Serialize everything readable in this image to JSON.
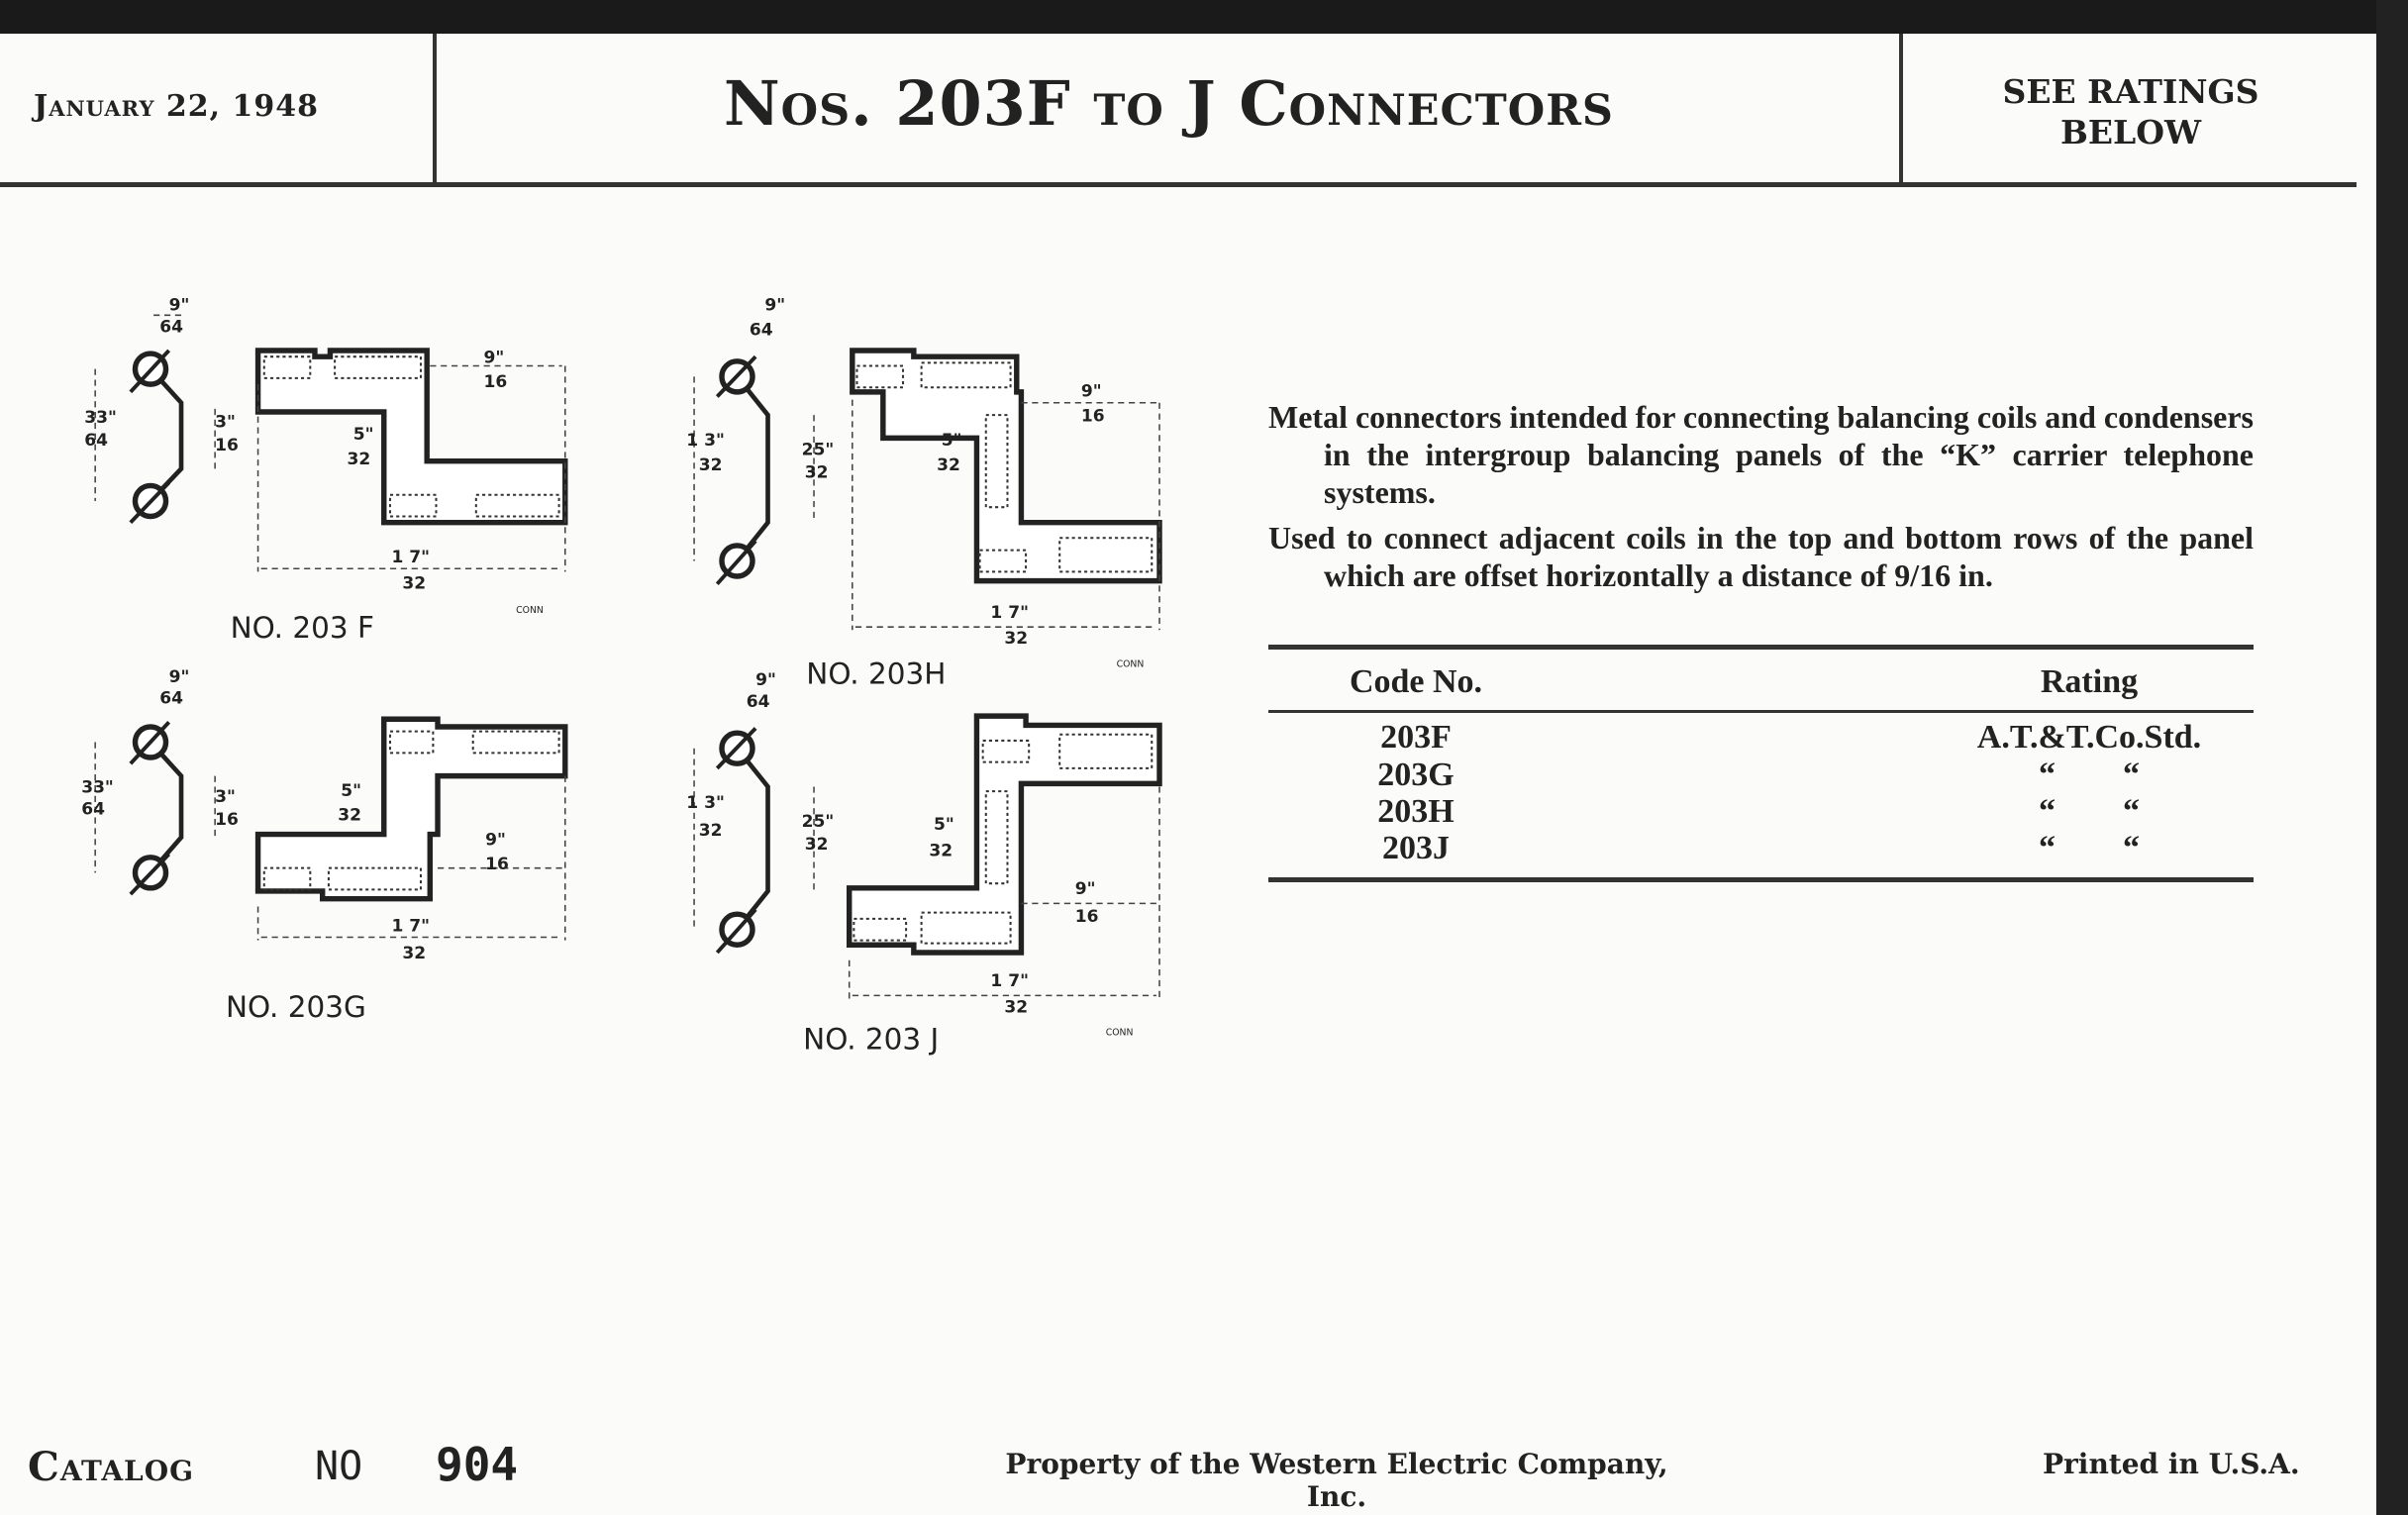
{
  "header": {
    "date": "January 22, 1948",
    "title": "Nos. 203F to J Connectors",
    "ratings_note_line1": "SEE RATINGS",
    "ratings_note_line2": "BELOW"
  },
  "description": [
    "Metal connectors intended for connecting balancing coils and condensers in the intergroup balancing panels of the “K” carrier telephone systems.",
    "Used to connect adjacent coils in the top and bottom rows of the panel which are offset horizontally a distance of 9/16 in."
  ],
  "table": {
    "headers": [
      "Code No.",
      "Rating"
    ],
    "rows": [
      {
        "code": "203F",
        "rating": "A.T.&T.Co.Std."
      },
      {
        "code": "203G",
        "rating": "“        “"
      },
      {
        "code": "203H",
        "rating": "“        “"
      },
      {
        "code": "203J",
        "rating": "“        “"
      }
    ]
  },
  "figures": {
    "f": {
      "label": "NO. 203 F",
      "conn": "CONN",
      "d1n": "9\"",
      "d1d": "64",
      "d2n": "33\"",
      "d2d": "64",
      "d3n": "3\"",
      "d3d": "16",
      "d4n": "9\"",
      "d4d": "16",
      "d5n": "5\"",
      "d5d": "32",
      "d6n": "1 7\"",
      "d6d": "32"
    },
    "g": {
      "label": "NO. 203G",
      "d1n": "9\"",
      "d1d": "64",
      "d2n": "33\"",
      "d2d": "64",
      "d3n": "3\"",
      "d3d": "16",
      "d4n": "9\"",
      "d4d": "16",
      "d5n": "5\"",
      "d5d": "32",
      "d6n": "1 7\"",
      "d6d": "32"
    },
    "h": {
      "label": "NO. 203H",
      "conn": "CONN",
      "d1n": "9\"",
      "d1d": "64",
      "d2n": "1 3\"",
      "d2d": "32",
      "d3n": "25\"",
      "d3d": "32",
      "d4n": "9\"",
      "d4d": "16",
      "d5n": "5\"",
      "d5d": "32",
      "d6n": "1 7\"",
      "d6d": "32"
    },
    "j": {
      "label": "NO. 203 J",
      "conn": "CONN",
      "d1n": "9\"",
      "d1d": "64",
      "d2n": "1 3\"",
      "d2d": "32",
      "d3n": "25\"",
      "d3d": "32",
      "d4n": "9\"",
      "d4d": "16",
      "d5n": "5\"",
      "d5d": "32",
      "d6n": "1 7\"",
      "d6d": "32"
    }
  },
  "footer": {
    "catalog": "Catalog",
    "no": "NO",
    "number": "904",
    "property": "Property of the Western Electric Company, Inc.",
    "printed": "Printed in U.S.A."
  }
}
